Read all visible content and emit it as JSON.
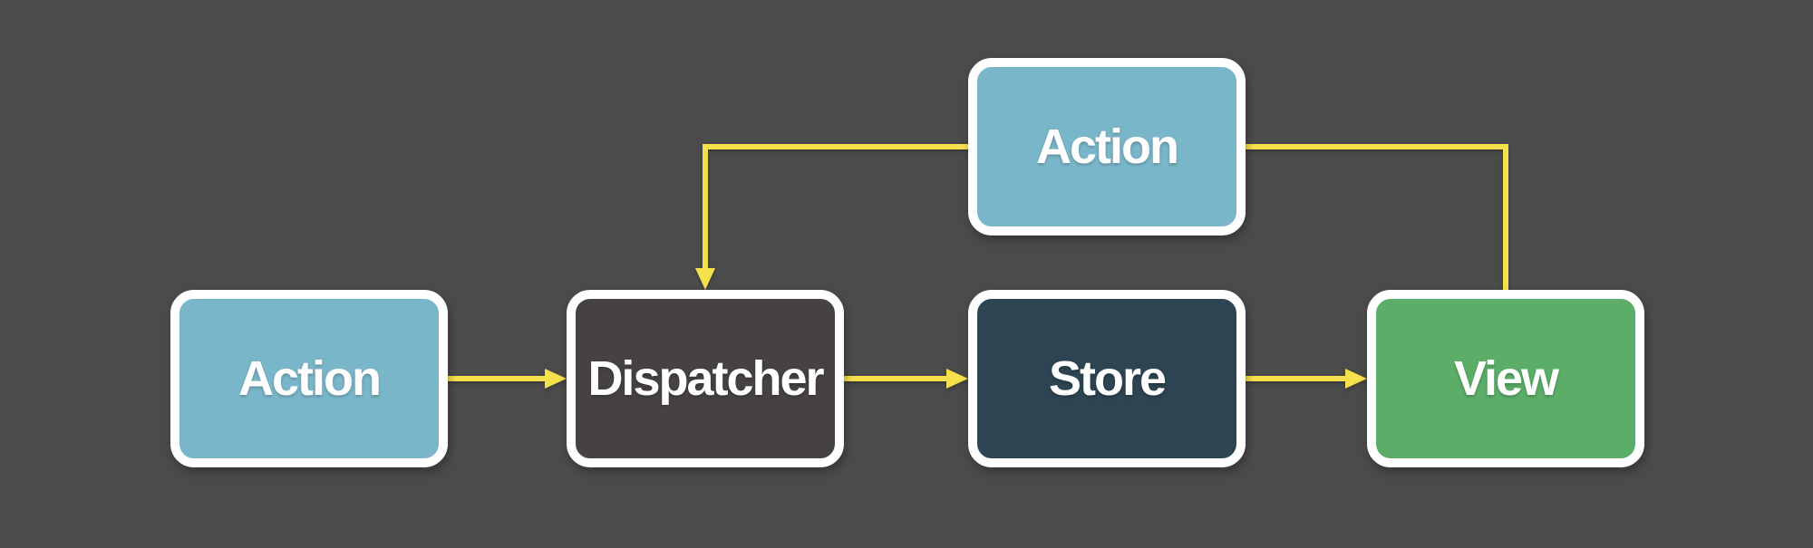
{
  "colors": {
    "background": "#4c4b4b",
    "arrow": "#f6e04b",
    "node_border": "#ffffff",
    "label_text": "#ffffff",
    "action_fill": "#7ab6c9",
    "dispatcher_fill": "#464242",
    "store_fill": "#2d4452",
    "view_fill": "#5bad68"
  },
  "nodes": [
    {
      "id": "action-top",
      "label": "Action"
    },
    {
      "id": "action-left",
      "label": "Action"
    },
    {
      "id": "dispatcher",
      "label": "Dispatcher"
    },
    {
      "id": "store",
      "label": "Store"
    },
    {
      "id": "view",
      "label": "View"
    }
  ],
  "edges": [
    {
      "from": "action-left",
      "to": "dispatcher",
      "arrowhead": true,
      "route": "straight-right"
    },
    {
      "from": "dispatcher",
      "to": "store",
      "arrowhead": true,
      "route": "straight-right"
    },
    {
      "from": "store",
      "to": "view",
      "arrowhead": true,
      "route": "straight-right"
    },
    {
      "from": "view",
      "to": "action-top",
      "arrowhead": false,
      "route": "up-then-left"
    },
    {
      "from": "action-top",
      "to": "dispatcher",
      "arrowhead": true,
      "route": "left-then-down"
    }
  ]
}
